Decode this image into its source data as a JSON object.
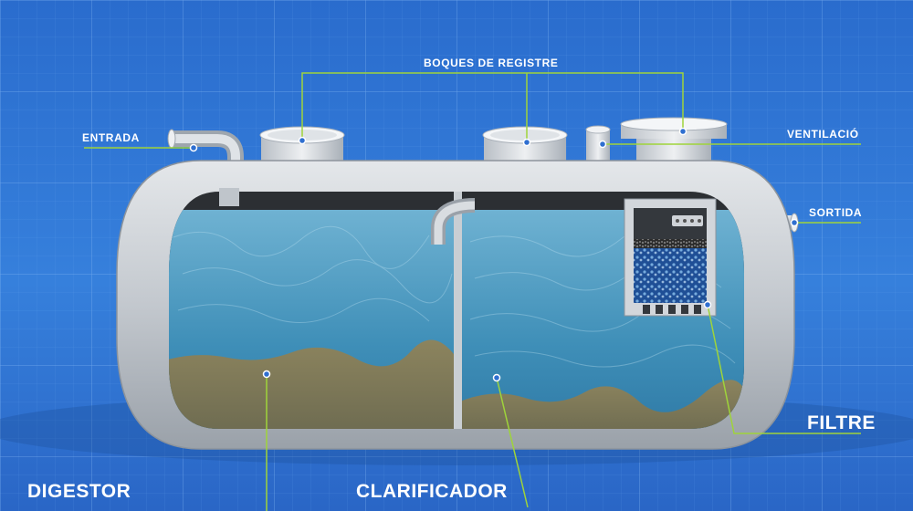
{
  "labels": {
    "boques_de_registre": "BOQUES DE REGISTRE",
    "entrada": "ENTRADA",
    "ventilacio": "VENTILACIÓ",
    "sortida": "SORTIDA",
    "filtre": "FILTRE",
    "digestor": "DIGESTOR",
    "clarificador": "CLARIFICADOR"
  },
  "colors": {
    "background": "#2f73d2",
    "grid": "#5b9ae8",
    "tank_shell": "#c7ccd2",
    "water": "#3f8fb8",
    "sludge": "#7f7a5a",
    "leader_line": "#9fd43a"
  }
}
